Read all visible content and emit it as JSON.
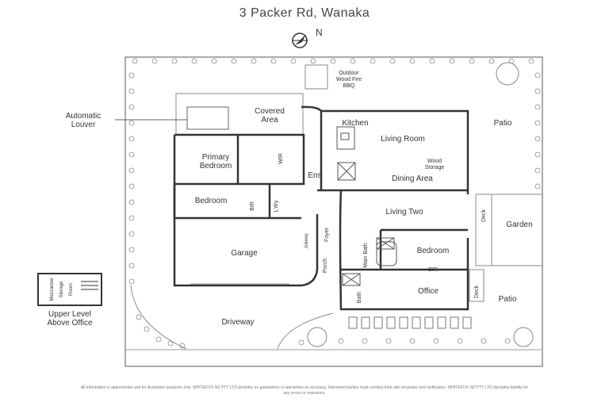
{
  "title": "3 Packer Rd, Wanaka",
  "north_label": "N",
  "rooms": {
    "outdoor_fire": [
      "Outdoor",
      "Wood Fire",
      "BBQ"
    ],
    "automatic_louver": [
      "Automatic",
      "Louver"
    ],
    "covered_area": [
      "Covered",
      "Area"
    ],
    "kitchen": "Kitchen",
    "living_room": "Living Room",
    "patio_top": "Patio",
    "primary_bedroom": [
      "Primary",
      "Bedroom"
    ],
    "wir": "WIR",
    "ens": "Ens",
    "wood_storage": [
      "Wood",
      "Storage"
    ],
    "dining_area": "Dining Area",
    "bedroom_left": "Bedroom",
    "bir_left": "BIR",
    "ldry": "L'dry",
    "living_two": "Living Two",
    "deck_right": "Deck",
    "garden": "Garden",
    "garage": "Garage",
    "foyer": "Foyer",
    "joinery": "Joinery",
    "main_bath": "Main Bath",
    "bedroom_right": "Bedroom",
    "porch": "Porch",
    "bir_right": "BIR",
    "office": "Office",
    "bath": "Bath",
    "deck_office": "Deck",
    "patio_bottom": "Patio",
    "driveway": "Driveway",
    "mezzanine": [
      "Mezzanine",
      "Storage",
      "Room"
    ],
    "upper_level": [
      "Upper Level",
      "Above Office"
    ]
  },
  "disclaimer": "All information is approximate and for illustrative purposes only. WHITEFOX NZ PTY LTD provides no guarantees or warranties on accuracy. Interested parties must conduct their own enquiries and verification. WHITEFOX NZ PTY LTD disclaims liability for any errors or omissions."
}
